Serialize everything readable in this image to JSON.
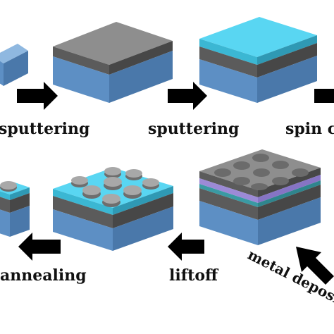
{
  "labels": {
    "sputtering_1": "sputtering",
    "sputtering_2": "sputtering",
    "spin_coating": "spin co",
    "metal_deposition": "metal depositi",
    "liftoff": "liftoff",
    "annealing": "annealing"
  },
  "colors": {
    "substrate_top": "#8fb8e0",
    "substrate_front": "#5d8fc4",
    "substrate_side": "#4a78aa",
    "metal_top": "#8e8e8e",
    "metal_front": "#5b5b5b",
    "metal_side": "#474747",
    "resist_top": "#59d6f2",
    "resist_front": "#3bb7d3",
    "resist_side": "#2f99b4",
    "purple_layer": "#9c8ad6",
    "teal_layer": "#3a9aa3",
    "disc_top": "#a8a8a8",
    "disc_side": "#6e6e6e",
    "arrow": "#000000"
  },
  "icons": [
    "right-arrow-icon",
    "left-arrow-icon",
    "up-left-arrow-icon"
  ]
}
